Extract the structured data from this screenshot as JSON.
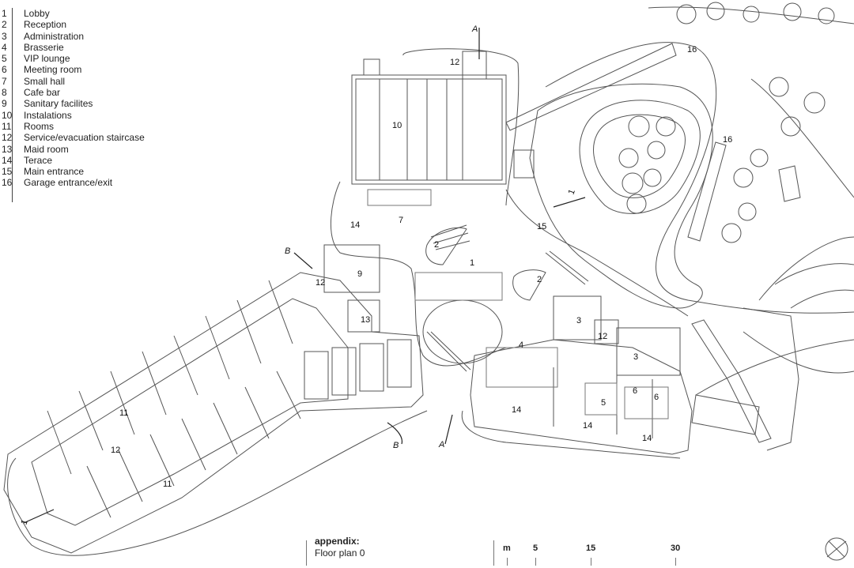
{
  "legend": [
    {
      "num": "1",
      "label": "Lobby"
    },
    {
      "num": "2",
      "label": "Reception"
    },
    {
      "num": "3",
      "label": "Administration"
    },
    {
      "num": "4",
      "label": "Brasserie"
    },
    {
      "num": "5",
      "label": "VIP lounge"
    },
    {
      "num": "6",
      "label": "Meeting room"
    },
    {
      "num": "7",
      "label": "Small hall"
    },
    {
      "num": "8",
      "label": "Cafe bar"
    },
    {
      "num": "9",
      "label": "Sanitary facilites"
    },
    {
      "num": "10",
      "label": "Instalations"
    },
    {
      "num": "11",
      "label": "Rooms"
    },
    {
      "num": "12",
      "label": "Service/evacuation staircase"
    },
    {
      "num": "13",
      "label": "Maid room"
    },
    {
      "num": "14",
      "label": "Terace"
    },
    {
      "num": "15",
      "label": "Main entrance"
    },
    {
      "num": "16",
      "label": "Garage entrance/exit"
    }
  ],
  "appendix": {
    "title": "appendix:",
    "subtitle": "Floor plan 0"
  },
  "scale": {
    "unit": "m",
    "marks": [
      "5",
      "15",
      "30"
    ]
  },
  "section_marks": [
    "A",
    "A",
    "B",
    "B",
    "1",
    "1"
  ],
  "plan_labels": [
    "1",
    "2",
    "2",
    "3",
    "3",
    "4",
    "5",
    "6",
    "6",
    "7",
    "9",
    "10",
    "11",
    "11",
    "12",
    "12",
    "12",
    "12",
    "13",
    "14",
    "14",
    "14",
    "14",
    "15",
    "16",
    "16"
  ]
}
